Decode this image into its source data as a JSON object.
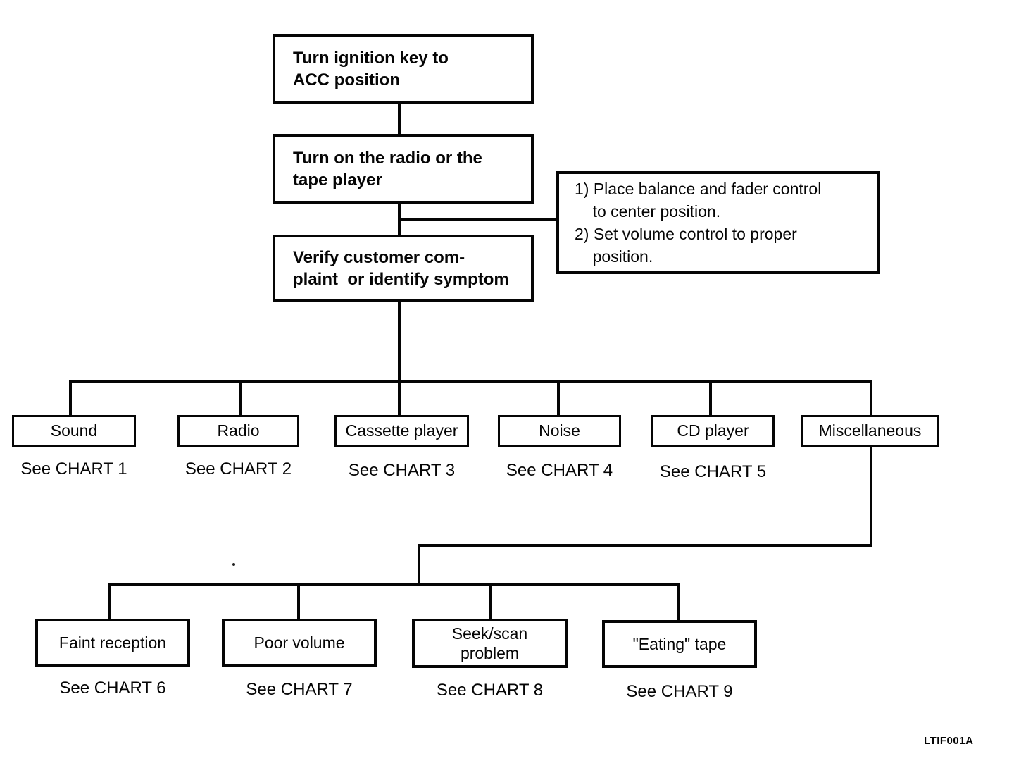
{
  "nodes": {
    "step_ignition": "Turn ignition key to\nACC position",
    "step_radio": "Turn on the radio or the\ntape player",
    "note": "1) Place balance and fader control\n    to center position.\n2) Set volume control to proper\n    position.",
    "step_verify": "Verify customer com-\nplaint  or identify symptom"
  },
  "branches": [
    {
      "label": "Sound",
      "chart": "See CHART 1"
    },
    {
      "label": "Radio",
      "chart": "See CHART 2"
    },
    {
      "label": "Cassette player",
      "chart": "See CHART 3"
    },
    {
      "label": "Noise",
      "chart": "See CHART 4"
    },
    {
      "label": "CD player",
      "chart": "See CHART 5"
    },
    {
      "label": "Miscellaneous",
      "chart": ""
    }
  ],
  "sub_branches": [
    {
      "label": "Faint reception",
      "chart": "See CHART 6"
    },
    {
      "label": "Poor volume",
      "chart": "See CHART 7"
    },
    {
      "label": "Seek/scan\nproblem",
      "chart": "See CHART 8"
    },
    {
      "label": "\"Eating\" tape",
      "chart": "See CHART 9"
    }
  ],
  "footer": {
    "figure_code": "LTIF001A"
  },
  "colors": {
    "ink": "#050505",
    "paper": "#ffffff"
  }
}
